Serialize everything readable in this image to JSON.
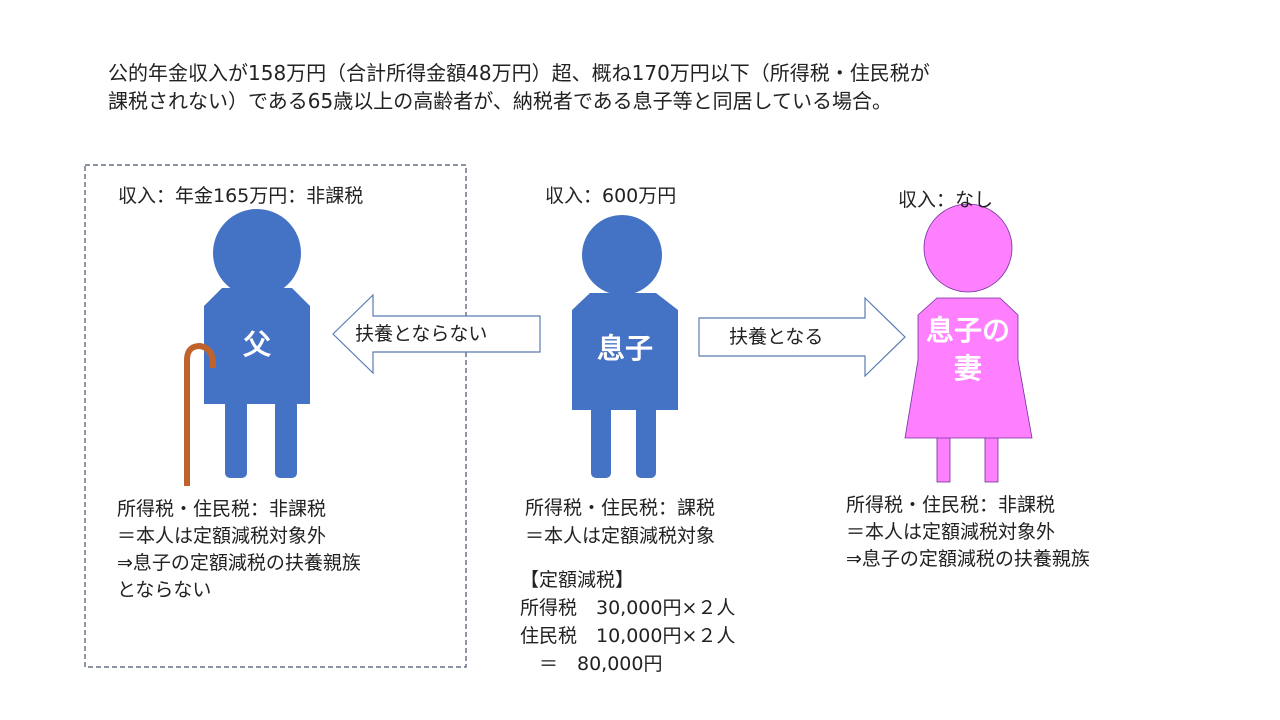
{
  "intro": [
    "公的年金収入が158万円（合計所得金額48万円）超、概ね170万円以下（所得税・住民税が",
    "課税されない）である65歳以上の高齢者が、納税者である息子等と同居している場合。"
  ],
  "father": {
    "income": "収入：年金165万円：非課税",
    "label": "父",
    "notes": [
      "所得税・住民税：非課税",
      "＝本人は定額減税対象外",
      "⇒息子の定額減税の扶養親族",
      "とならない"
    ],
    "color": "#4472C4"
  },
  "son": {
    "income": "収入：600万円",
    "label": "息子",
    "notes": [
      "所得税・住民税：課税",
      "＝本人は定額減税対象"
    ],
    "color": "#4472C4"
  },
  "wife": {
    "income": "収入：なし",
    "label_lines": [
      "息子の",
      "妻"
    ],
    "notes": [
      "所得税・住民税：非課税",
      "＝本人は定額減税対象外",
      "⇒息子の定額減税の扶養親族"
    ],
    "color": "#FF80FF"
  },
  "arrow_left": "扶養とならない",
  "arrow_right": "扶養となる",
  "reduction": {
    "title": "【定額減税】",
    "lines": [
      "所得税　30,000円×２人",
      "住民税　10,000円×２人",
      "　＝　80,000円"
    ]
  },
  "cane_color": "#C0622B"
}
